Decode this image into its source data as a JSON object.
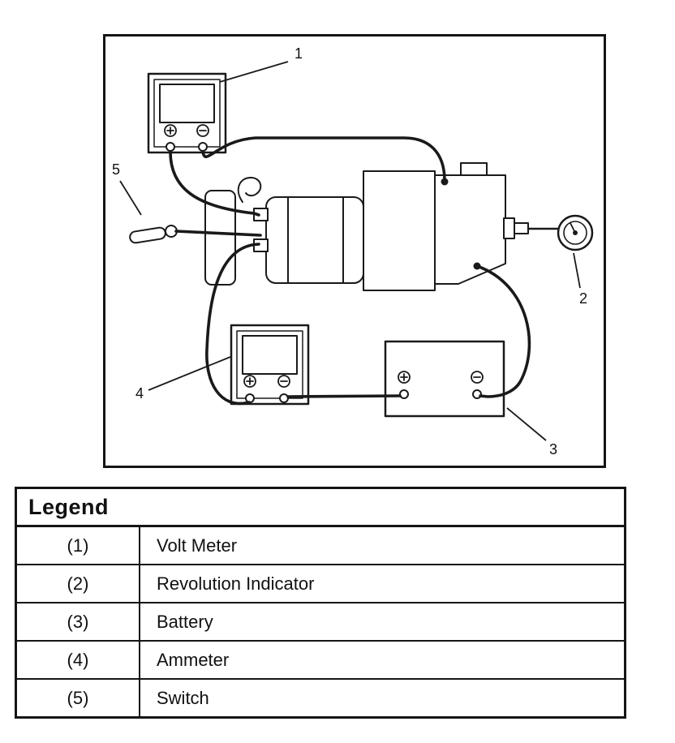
{
  "colors": {
    "ink": "#1a1a1a",
    "background": "#ffffff"
  },
  "diagram": {
    "callouts": {
      "volt_meter": "1",
      "revolution_indicator": "2",
      "battery": "3",
      "ammeter": "4",
      "switch": "5"
    }
  },
  "legend": {
    "title": "Legend",
    "rows": [
      {
        "num": "(1)",
        "label": "Volt Meter"
      },
      {
        "num": "(2)",
        "label": "Revolution Indicator"
      },
      {
        "num": "(3)",
        "label": "Battery"
      },
      {
        "num": "(4)",
        "label": "Ammeter"
      },
      {
        "num": "(5)",
        "label": "Switch"
      }
    ]
  }
}
